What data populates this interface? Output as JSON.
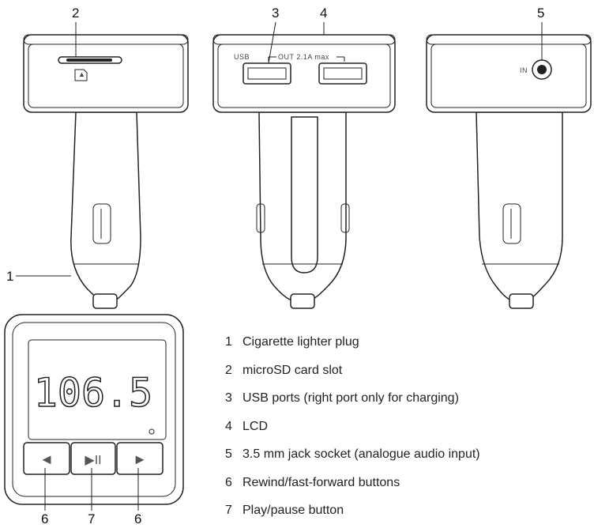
{
  "callouts": {
    "c1": "1",
    "c2": "2",
    "c3": "3",
    "c4": "4",
    "c5": "5",
    "c6a": "6",
    "c7": "7",
    "c6b": "6"
  },
  "device": {
    "usb_label": "USB",
    "out_label": "OUT 2.1A max",
    "in_label": "IN",
    "display_value": "106.5",
    "rewind_icon": "◄",
    "play_pause_icon": "▶II",
    "forward_icon": "►"
  },
  "legend": [
    {
      "num": "1",
      "text": "Cigarette lighter plug"
    },
    {
      "num": "2",
      "text": "microSD card slot"
    },
    {
      "num": "3",
      "text": "USB ports (right port only for charging)"
    },
    {
      "num": "4",
      "text": "LCD"
    },
    {
      "num": "5",
      "text": "3.5 mm jack socket (analogue audio input)"
    },
    {
      "num": "6",
      "text": "Rewind/fast-forward buttons"
    },
    {
      "num": "7",
      "text": "Play/pause button"
    }
  ]
}
